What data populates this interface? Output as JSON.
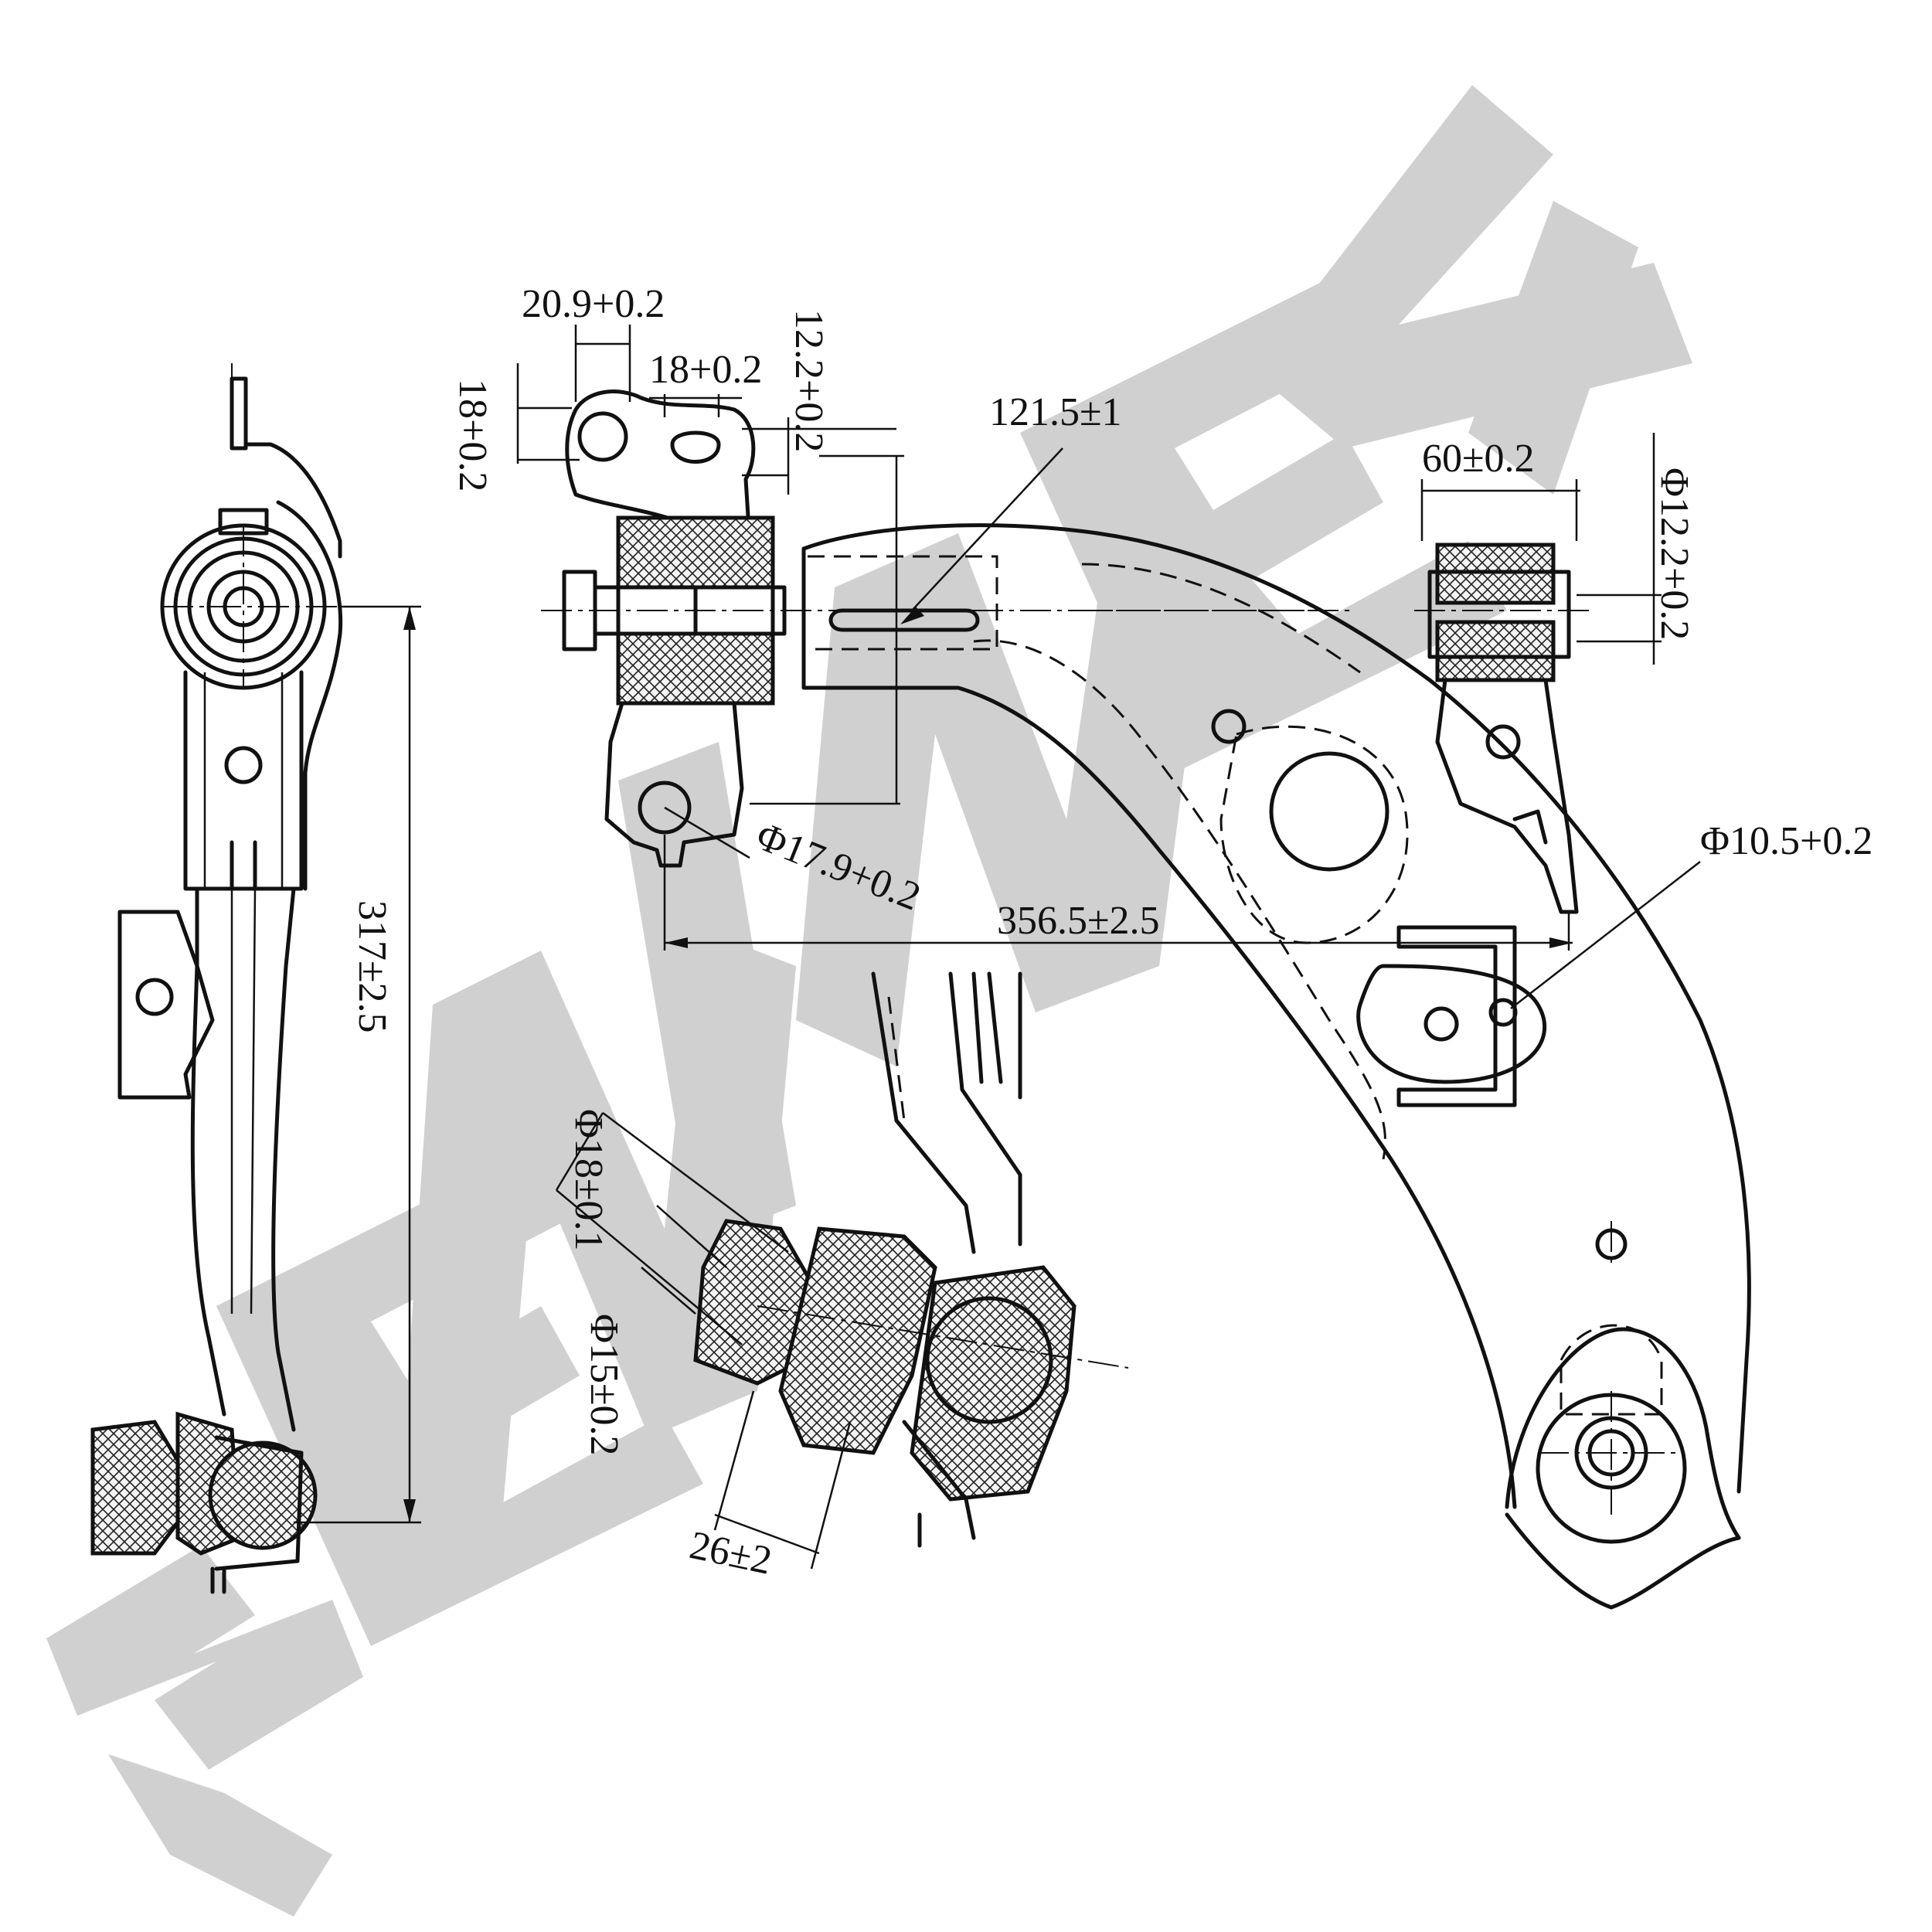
{
  "watermark": {
    "text": "ZENINEK",
    "color": "#d0d0d0"
  },
  "dimensions": {
    "d_20_9": "20.9+0.2",
    "d_18_h": "18+0.2",
    "d_18_v": "18+0.2",
    "d_12_2_top": "12.2+0.2",
    "d_121_5": "121.5±1",
    "d_60": "60±0.2",
    "d_phi_12_2": "Φ12.2+0.2",
    "d_phi_17_9": "Φ17.9+0.2",
    "d_356_5": "356.5±2.5",
    "d_phi_10_5": "Φ10.5+0.2",
    "d_317": "317±2.5",
    "d_phi_18": "Φ18±0.1",
    "d_phi_15": "Φ15±0.2",
    "d_26": "26±2"
  },
  "colors": {
    "line": "#111111",
    "background": "#ffffff"
  }
}
